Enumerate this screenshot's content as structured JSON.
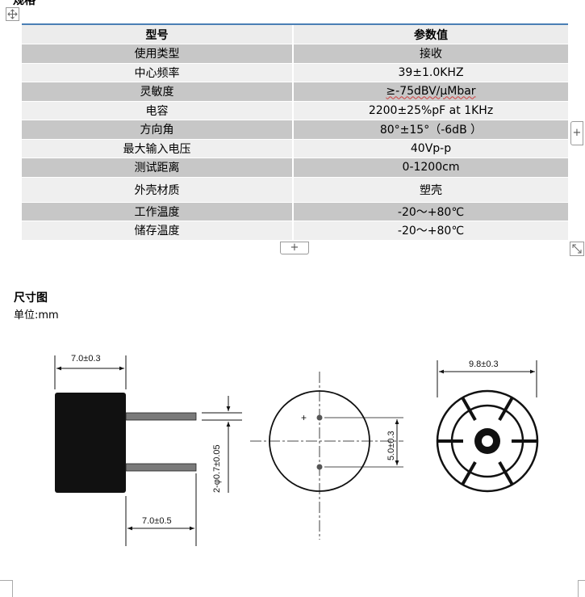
{
  "section_title": "规格",
  "table": {
    "header": {
      "c1": "型号",
      "c2": "参数值"
    },
    "rows": [
      {
        "c1": "使用类型",
        "c2": "接收"
      },
      {
        "c1": "中心频率",
        "c2": "39±1.0KHZ"
      },
      {
        "c1": "灵敏度",
        "c2": "≥-75dBV/μMbar"
      },
      {
        "c1": "电容",
        "c2": "2200±25%pF at 1KHz"
      },
      {
        "c1": "方向角",
        "c2": "80°±15°（-6dB ）"
      },
      {
        "c1": "最大输入电压",
        "c2": "40Vp-p"
      },
      {
        "c1": "测试距离",
        "c2": "0-1200cm"
      },
      {
        "c1": "外壳材质",
        "c2": "塑壳"
      },
      {
        "c1": "工作温度",
        "c2": "-20～+80℃"
      },
      {
        "c1": "储存温度",
        "c2": "-20～+80℃"
      }
    ]
  },
  "controls": {
    "add_row": "+",
    "add_col": "+"
  },
  "icons": {
    "move": "move-arrows-icon",
    "resize": "resize-diagonal-icon"
  },
  "dimensions": {
    "title": "尺寸图",
    "unit": "单位:mm",
    "labels": {
      "body_width": "7.0±0.3",
      "pin_length": "7.0±0.5",
      "pin_diameter": "2-φ0.7±0.05",
      "pin_spacing": "5.0±0.3",
      "outer_diameter": "9.8±0.3",
      "polarity": "+"
    }
  }
}
